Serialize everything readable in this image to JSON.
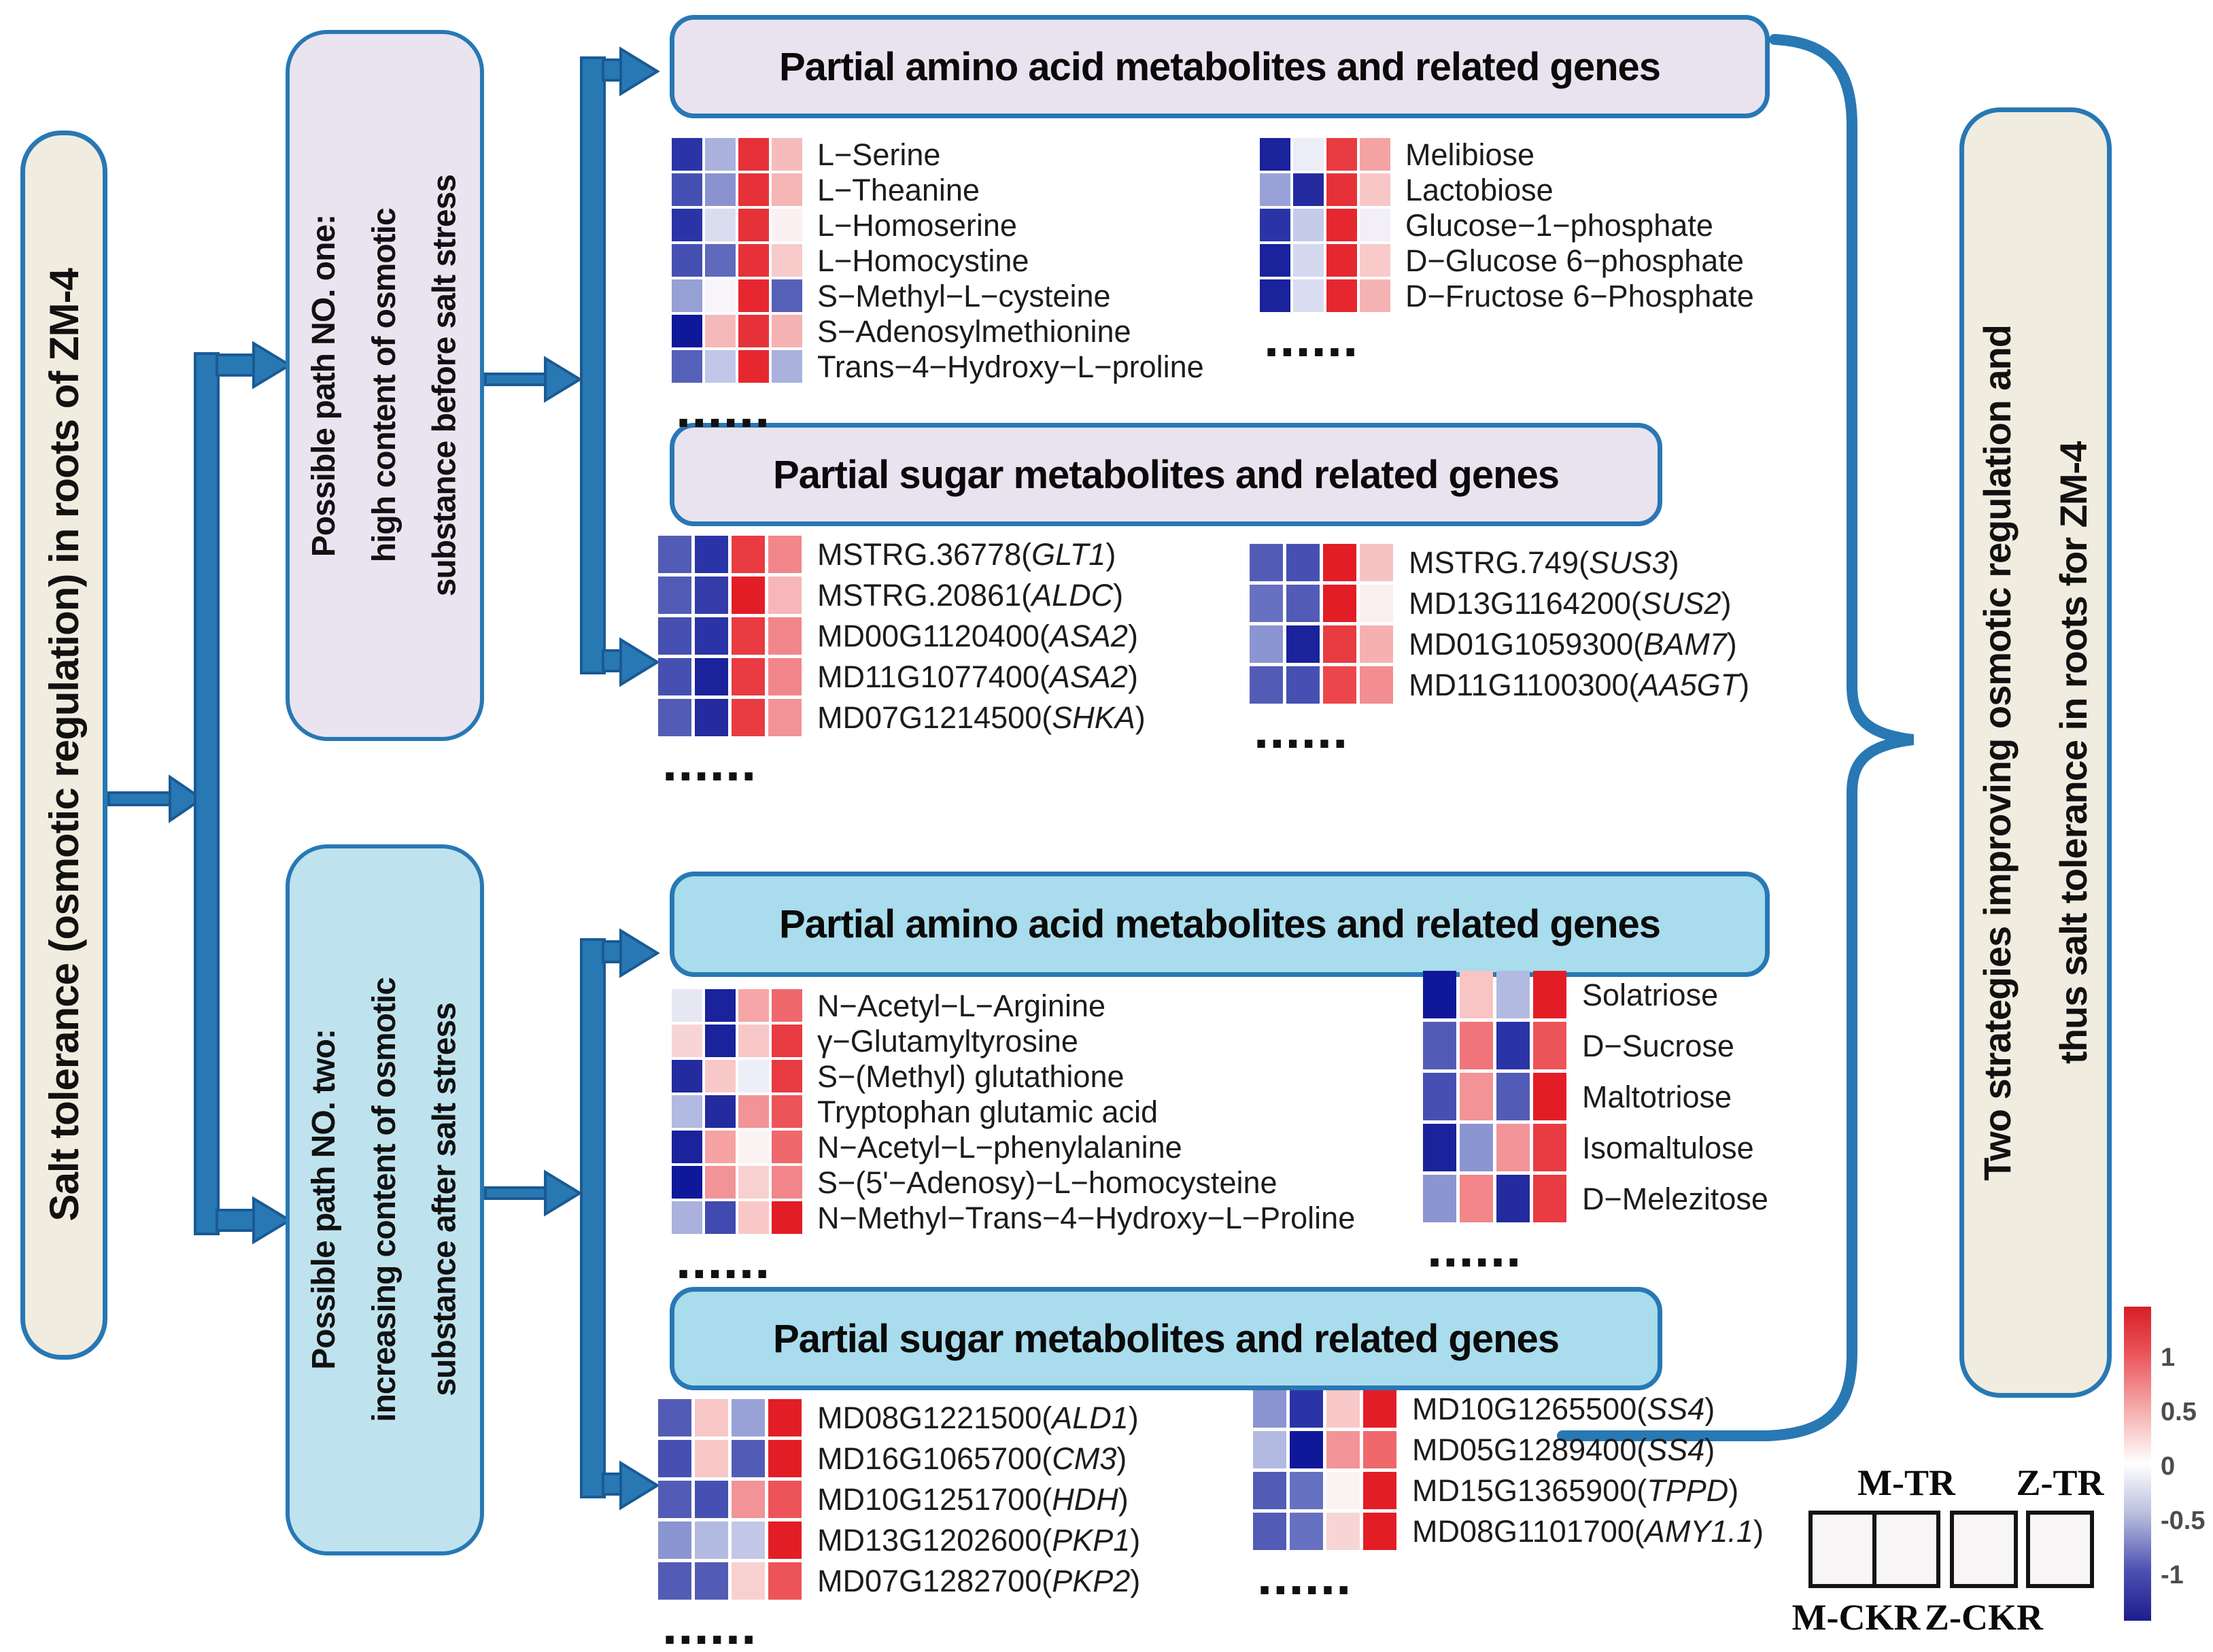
{
  "left_box": {
    "text": "Salt tolerance (osmotic regulation) in roots of ZM-4"
  },
  "right_box": {
    "text": "Two strategies improving osmotic regulation and\nthus salt tolerance in roots for ZM-4"
  },
  "path_boxes": [
    {
      "text": "Possible path NO. one:\nhigh content of osmotic\nsubstance before salt stress"
    },
    {
      "text": "Possible path NO. two:\nincreasing content of osmotic\nsubstance after salt stress"
    }
  ],
  "headers": [
    {
      "label": "Partial amino acid metabolites and related genes"
    },
    {
      "label": "Partial sugar metabolites and related genes"
    },
    {
      "label": "Partial amino acid metabolites and related genes"
    },
    {
      "label": "Partial sugar metabolites and related genes"
    }
  ],
  "groups": [
    {
      "name": "path-one-amino-acid-metabolites",
      "dots": "......",
      "rows": [
        {
          "label": "L−Serine",
          "cells": [
            "#2b34a6",
            "#a9b1dc",
            "#e63138",
            "#f6bcbc"
          ]
        },
        {
          "label": "L−Theanine",
          "cells": [
            "#4650b2",
            "#8992cf",
            "#e63138",
            "#f5b6b6"
          ]
        },
        {
          "label": "L−Homoserine",
          "cells": [
            "#2b34a6",
            "#dadcf0",
            "#e63138",
            "#fbf0f2"
          ]
        },
        {
          "label": "L−Homocystine",
          "cells": [
            "#4650b2",
            "#5f6abd",
            "#e63138",
            "#f8caca"
          ]
        },
        {
          "label": "S−Methyl−L−cysteine",
          "cells": [
            "#97a0d5",
            "#f7f5fa",
            "#e62730",
            "#5560b8"
          ]
        },
        {
          "label": "S−Adenosylmethionine",
          "cells": [
            "#10189a",
            "#f5b9b9",
            "#e63138",
            "#f5b2b2"
          ]
        },
        {
          "label": "Trans−4−Hydroxy−L−proline",
          "cells": [
            "#5560b8",
            "#c2c7e8",
            "#e62730",
            "#a9b1dc"
          ]
        }
      ]
    },
    {
      "name": "path-one-sugar-metabolites",
      "dots": "......",
      "rows": [
        {
          "label": "Melibiose",
          "cells": [
            "#1a229c",
            "#ebedf7",
            "#e83b42",
            "#f3a3a3"
          ]
        },
        {
          "label": "Lactobiose",
          "cells": [
            "#99a2d7",
            "#232b9f",
            "#e63138",
            "#f8c6c6"
          ]
        },
        {
          "label": "Glucose−1−phosphate",
          "cells": [
            "#2b34a6",
            "#c6cbea",
            "#e62730",
            "#f2eff7"
          ]
        },
        {
          "label": "D−Glucose 6−phosphate",
          "cells": [
            "#1a229c",
            "#d4d8ef",
            "#e62730",
            "#f8caca"
          ]
        },
        {
          "label": "D−Fructose 6−Phosphate",
          "cells": [
            "#1a229c",
            "#dadcf2",
            "#e62730",
            "#f5b2b2"
          ]
        }
      ]
    },
    {
      "name": "path-one-sugar-genes-left",
      "dots": "......",
      "rows": [
        {
          "id": "MSTRG.36778",
          "gene": "GLT1",
          "cells": [
            "#525cb6",
            "#2b34a6",
            "#e83b42",
            "#f2868a"
          ]
        },
        {
          "id": "MSTRG.20861",
          "gene": "ALDC",
          "cells": [
            "#525cb6",
            "#333ca9",
            "#e31d26",
            "#f7b6ba"
          ]
        },
        {
          "id": "MD00G1120400",
          "gene": "ASA2",
          "cells": [
            "#4650b2",
            "#2b34a6",
            "#e83b42",
            "#f2868a"
          ]
        },
        {
          "id": "MD11G1077400",
          "gene": "ASA2",
          "cells": [
            "#4650b2",
            "#1a229c",
            "#e83b42",
            "#f2868a"
          ]
        },
        {
          "id": "MD07G1214500",
          "gene": "SHKA",
          "cells": [
            "#525cb6",
            "#232b9f",
            "#e83b42",
            "#f29398"
          ]
        }
      ]
    },
    {
      "name": "path-one-sugar-genes-right",
      "dots": "......",
      "rows": [
        {
          "id": "MSTRG.749",
          "gene": "SUS3",
          "cells": [
            "#525cb6",
            "#4650b2",
            "#e31d26",
            "#f8c2c2"
          ]
        },
        {
          "id": "MD13G1164200",
          "gene": "SUS2",
          "cells": [
            "#6671c1",
            "#525cb6",
            "#e31d26",
            "#fbf0f0"
          ]
        },
        {
          "id": "MD01G1059300",
          "gene": "BAM7",
          "cells": [
            "#8b95d1",
            "#1a229c",
            "#e83b42",
            "#f6b0b0"
          ]
        },
        {
          "id": "MD11G1100300",
          "gene": "AA5GT",
          "cells": [
            "#525cb6",
            "#4650b2",
            "#ec464c",
            "#f28d91"
          ]
        }
      ]
    },
    {
      "name": "path-two-amino-acid-metabolites",
      "dots": "......",
      "rows": [
        {
          "label": "N−Acetyl−L−Arginine",
          "cells": [
            "#e7e7f4",
            "#1a229c",
            "#f6a6a6",
            "#ee686c"
          ]
        },
        {
          "label": "γ−Glutamyltyrosine",
          "cells": [
            "#f8d5d5",
            "#1a229c",
            "#f8c8c8",
            "#e83b42"
          ]
        },
        {
          "label": "S−(Methyl) glutathione",
          "cells": [
            "#232b9f",
            "#f8c8c8",
            "#edeff8",
            "#e83b42"
          ]
        },
        {
          "label": "Tryptophan glutamic acid",
          "cells": [
            "#b3bae1",
            "#232b9f",
            "#f29398",
            "#ec5459"
          ]
        },
        {
          "label": "N−Acetyl−L−phenylalanine",
          "cells": [
            "#1a229c",
            "#f6a2a2",
            "#fbf3f3",
            "#ee686c"
          ]
        },
        {
          "label": "S−(5'−Adenosy)−L−homocysteine",
          "cells": [
            "#10189a",
            "#f29398",
            "#f8d0d0",
            "#f2868a"
          ]
        },
        {
          "label": "N−Methyl−Trans−4−Hydroxy−L−Proline",
          "cells": [
            "#a9b1dc",
            "#404ab0",
            "#f8c8c8",
            "#e31d26"
          ]
        }
      ]
    },
    {
      "name": "path-two-sugar-metabolites",
      "dots": "......",
      "rows": [
        {
          "label": "Solatriose",
          "cells": [
            "#10189a",
            "#f8c4c4",
            "#b3bae1",
            "#e31d26"
          ]
        },
        {
          "label": "D−Sucrose",
          "cells": [
            "#525cb6",
            "#f0747a",
            "#2b34a6",
            "#ec5459"
          ]
        },
        {
          "label": "Maltotriose",
          "cells": [
            "#4650b2",
            "#f29398",
            "#525cb6",
            "#e31d26"
          ]
        },
        {
          "label": "Isomaltulose",
          "cells": [
            "#1a229c",
            "#8b95d1",
            "#f29398",
            "#e83b42"
          ]
        },
        {
          "label": "D−Melezitose",
          "cells": [
            "#8b95d1",
            "#f2868a",
            "#232b9f",
            "#e83b42"
          ]
        }
      ]
    },
    {
      "name": "path-two-sugar-genes-left",
      "dots": "......",
      "rows": [
        {
          "id": "MD08G1221500",
          "gene": "ALD1",
          "cells": [
            "#525cb6",
            "#f8c8c8",
            "#99a2d7",
            "#e31d26"
          ]
        },
        {
          "id": "MD16G1065700",
          "gene": "CM3",
          "cells": [
            "#4650b2",
            "#f8c8c8",
            "#525cb6",
            "#e31d26"
          ]
        },
        {
          "id": "MD10G1251700",
          "gene": "HDH",
          "cells": [
            "#525cb6",
            "#4650b2",
            "#f29398",
            "#ec5459"
          ]
        },
        {
          "id": "MD13G1202600",
          "gene": "PKP1",
          "cells": [
            "#8b95d1",
            "#b3bae1",
            "#c2c7e8",
            "#e31d26"
          ]
        },
        {
          "id": "MD07G1282700",
          "gene": "PKP2",
          "cells": [
            "#525cb6",
            "#525cb6",
            "#f8d0d0",
            "#ec5459"
          ]
        }
      ]
    },
    {
      "name": "path-two-sugar-genes-right",
      "dots": "......",
      "rows": [
        {
          "id": "MD10G1265500",
          "gene": "SS4",
          "cells": [
            "#8b95d1",
            "#2b34a6",
            "#f8c8c8",
            "#e31d26"
          ]
        },
        {
          "id": "MD05G1289400",
          "gene": "SS4",
          "cells": [
            "#b3bae1",
            "#10189a",
            "#f29398",
            "#ee686c"
          ]
        },
        {
          "id": "MD15G1365900",
          "gene": "TPPD",
          "cells": [
            "#525cb6",
            "#6671c1",
            "#fbf3f3",
            "#e31d26"
          ]
        },
        {
          "id": "MD08G1101700",
          "gene": "AMY1.1",
          "cells": [
            "#525cb6",
            "#6671c1",
            "#f8d5d5",
            "#e31d26"
          ]
        }
      ]
    }
  ],
  "legend": {
    "top_labels": [
      "M-TR",
      "Z-TR"
    ],
    "bottom_labels": [
      "M-CKR",
      "Z-CKR"
    ]
  },
  "colorbar": {
    "ticks": [
      "1",
      "0.5",
      "0",
      "-0.5",
      "-1"
    ],
    "gradient_top": "#d71f27",
    "gradient_mid": "#ffffff",
    "gradient_bottom": "#1d1d8e"
  },
  "colors": {
    "accent_blue": "#2878b4",
    "arrow_stroke": "#1a5a94",
    "cream_box_fill": "#f0ecdf",
    "path_one_fill": "#eae4f0",
    "path_two_fill": "#bfe3ee",
    "header_one_fill": "#e9e3f0",
    "header_two_fill": "#a9dcec"
  }
}
